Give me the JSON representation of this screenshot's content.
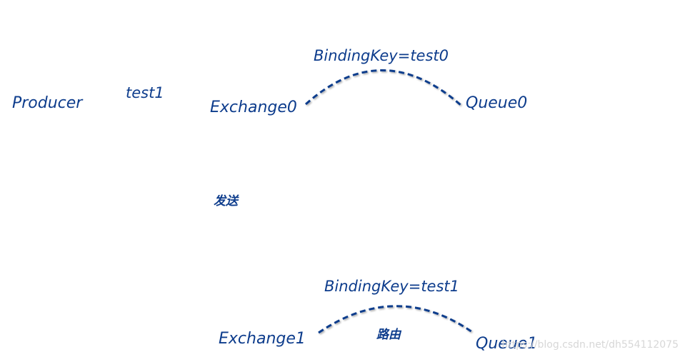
{
  "nodes": {
    "producer": "Producer",
    "exchange0": "Exchange0",
    "queue0": "Queue0",
    "exchange1": "Exchange1",
    "queue1": "Queue1"
  },
  "edges": {
    "producer_to_exchange0": "test1",
    "exchange0_to_exchange1": "发送",
    "exchange1_to_queue1": "路由"
  },
  "bindings": {
    "exchange0_queue0": "BindingKey=test0",
    "exchange1_queue1": "BindingKey=test1"
  },
  "watermark": "https://blog.csdn.net/dh554112075",
  "colors": {
    "line": "#0d3c8c",
    "text": "#0d3c8c",
    "watermark": "#d7d7d7"
  }
}
